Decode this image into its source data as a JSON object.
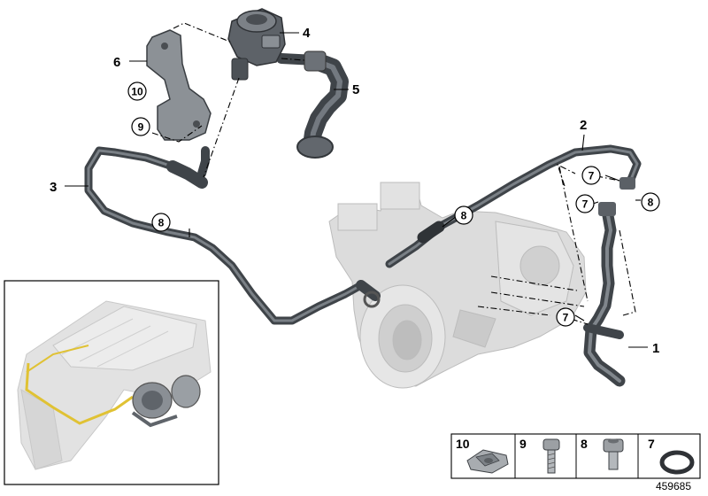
{
  "callouts": {
    "c1": "1",
    "c2": "2",
    "c3": "3",
    "c4": "4",
    "c5": "5",
    "c6": "6",
    "c7a": "7",
    "c7b": "7",
    "c7c": "7",
    "c8a": "8",
    "c8b": "8",
    "c8c": "8",
    "c9": "9",
    "c10": "10"
  },
  "legend": {
    "p10": "10",
    "p9": "9",
    "p8": "8",
    "p7": "7"
  },
  "doc_number": "459685",
  "colors": {
    "hose": "#4a4f55",
    "ghost": "#d8d8d8",
    "ghost_edge": "#b9b9b9",
    "highlight": "#e3c23a",
    "line": "#000000"
  }
}
